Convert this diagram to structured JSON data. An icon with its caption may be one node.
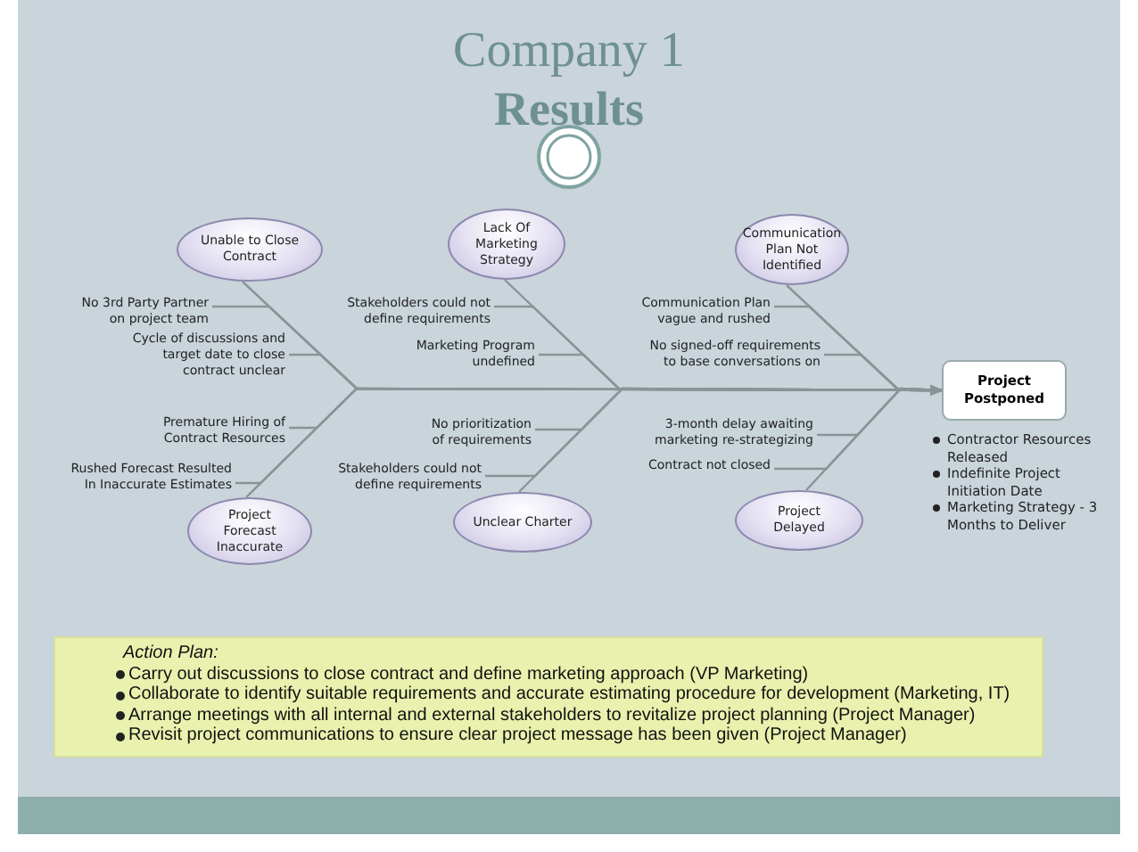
{
  "diagram": {
    "title": "Company 1",
    "nodes": [
      {
        "text": [
          "Unable to Close Contract"
        ]
      },
      {
        "text": [
          "Lack Of Marketing Strategy"
        ]
      },
      {
        "text": [
          "Communication Plan Not Identified"
        ]
      },
      {
        "text": [
          "Project Postponed"
        ],
        "beside": [
          "Contractor Resources Released",
          "Indefinite Project Initiation Date",
          "Marketing Strategy - 3 Months to Deliver"
        ]
      },
      {
        "text": [
          "Project Forecast Inaccurate"
        ]
      },
      {
        "text": [
          "Unclear Charter"
        ]
      },
      {
        "text": [
          "Project Delayed"
        ]
      },
      {
        "text": [
          "No 3rd Party Partner on project team"
        ]
      },
      {
        "text": [
          "Cycle of discussions and target date to close contract unclear"
        ]
      },
      {
        "text": [
          "Stakeholders could not define requirements"
        ]
      },
      {
        "text": [
          "Marketing Program undefined"
        ]
      },
      {
        "text": [
          "Communication Plan vague and rushed"
        ]
      },
      {
        "text": [
          "No signed-off requirements to base conversations on"
        ]
      },
      {
        "text": [
          "Premature Hiring of Contract Resources"
        ]
      },
      {
        "text": [
          "Rushed Forecast Resulted In Inaccurate Estimates"
        ]
      },
      {
        "text": [
          "No prioritization of requirements"
        ]
      },
      {
        "text": [
          "Stakeholders could not define requirements"
        ]
      },
      {
        "text": [
          "3-month delay awaiting marketing re-strategizing"
        ]
      },
      {
        "text": [
          "Contract not closed"
        ]
      },
      {
        "text": [
          "Action Plan:",
          "Carry out discussions to close contract and define marketing approach (VP Marketing)",
          "Collaborate to identify suitable requirements and accurate estimating procedure for development (Marketing, IT)",
          "Arrange meetings with all internal and external stakeholders to revitalize project planning (Project Manager)",
          "Revisit project communications to ensure clear project message has been given (Project Manager)"
        ]
      }
    ],
    "edges": [
      {
        "from": 0,
        "to": 3,
        "arrow": "to"
      },
      {
        "from": 1,
        "to": 3,
        "arrow": "to"
      },
      {
        "from": 2,
        "to": 3,
        "arrow": "to"
      },
      {
        "from": 4,
        "to": 3,
        "arrow": "to"
      },
      {
        "from": 5,
        "to": 3,
        "arrow": "to"
      },
      {
        "from": 6,
        "to": 3,
        "arrow": "to"
      },
      {
        "from": 7,
        "to": 3,
        "arrow": "to"
      },
      {
        "from": 8,
        "to": 3,
        "arrow": "to"
      },
      {
        "from": 9,
        "to": 3,
        "arrow": "to"
      },
      {
        "from": 10,
        "to": 3,
        "arrow": "to"
      },
      {
        "from": 11,
        "to": 3,
        "arrow": "to"
      },
      {
        "from": 12,
        "to": 3,
        "arrow": "to"
      },
      {
        "from": 13,
        "to": 3,
        "arrow": "to"
      },
      {
        "from": 14,
        "to": 3,
        "arrow": "to"
      },
      {
        "from": 15,
        "to": 3,
        "arrow": "to"
      },
      {
        "from": 16,
        "to": 3,
        "arrow": "to"
      },
      {
        "from": 17,
        "to": 3,
        "arrow": "to"
      },
      {
        "from": 18,
        "to": 3,
        "arrow": "to"
      }
    ],
    "labels": [
      "Results"
    ]
  }
}
